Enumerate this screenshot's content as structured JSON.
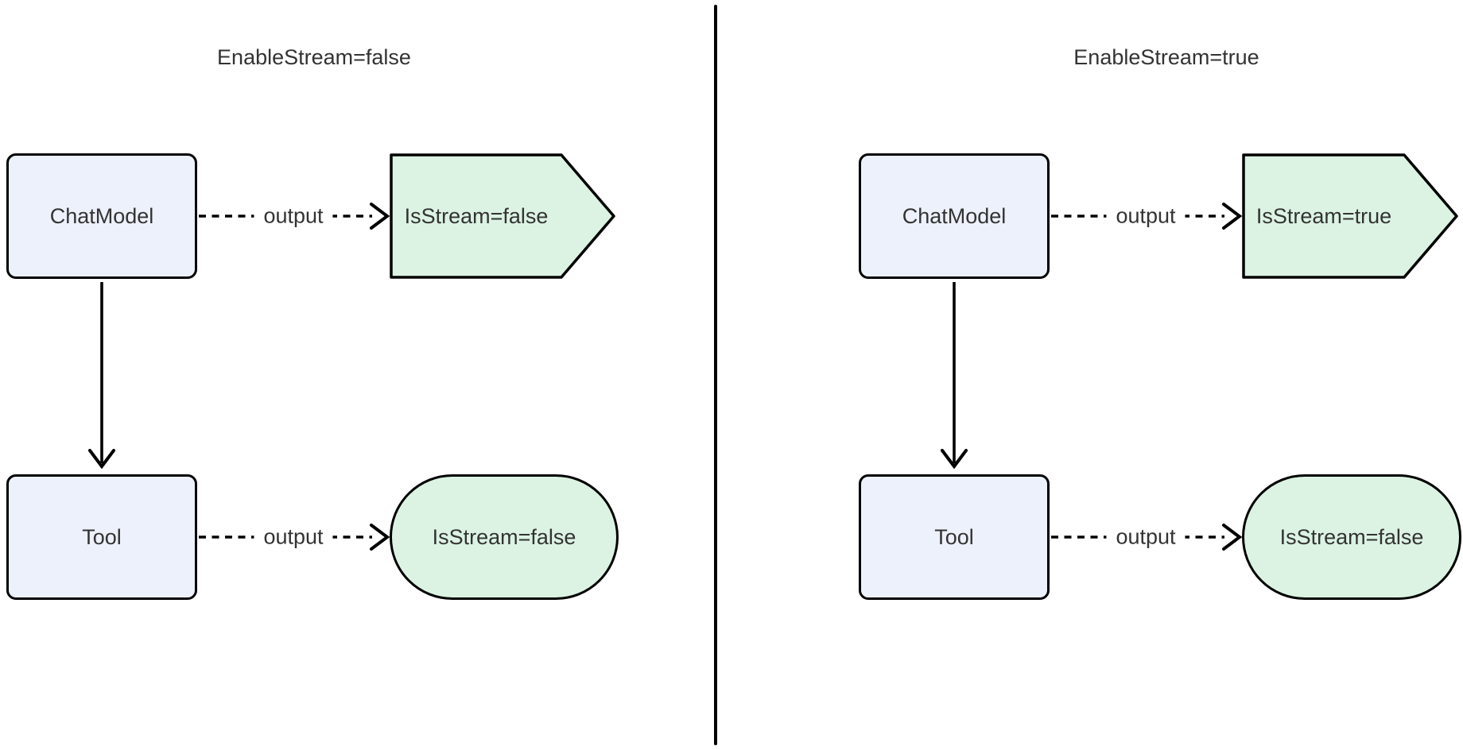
{
  "colors": {
    "background": "#ffffff",
    "node_fill_blue": "#edf1fb",
    "node_fill_green": "#dcf3e3",
    "node_border": "#000000",
    "line": "#000000",
    "text": "#333333"
  },
  "panels": [
    {
      "title": "EnableStream=false",
      "nodes": {
        "chat_model": "ChatModel",
        "tool": "Tool",
        "chat_output": "IsStream=false",
        "chat_output_shape": "pentagon",
        "tool_output": "IsStream=false",
        "tool_output_shape": "stadium"
      },
      "edges": {
        "chat_to_output_label": "output",
        "tool_to_output_label": "output"
      }
    },
    {
      "title": "EnableStream=true",
      "nodes": {
        "chat_model": "ChatModel",
        "tool": "Tool",
        "chat_output": "IsStream=true",
        "chat_output_shape": "pentagon",
        "tool_output": "IsStream=false",
        "tool_output_shape": "stadium"
      },
      "edges": {
        "chat_to_output_label": "output",
        "tool_to_output_label": "output"
      }
    }
  ]
}
